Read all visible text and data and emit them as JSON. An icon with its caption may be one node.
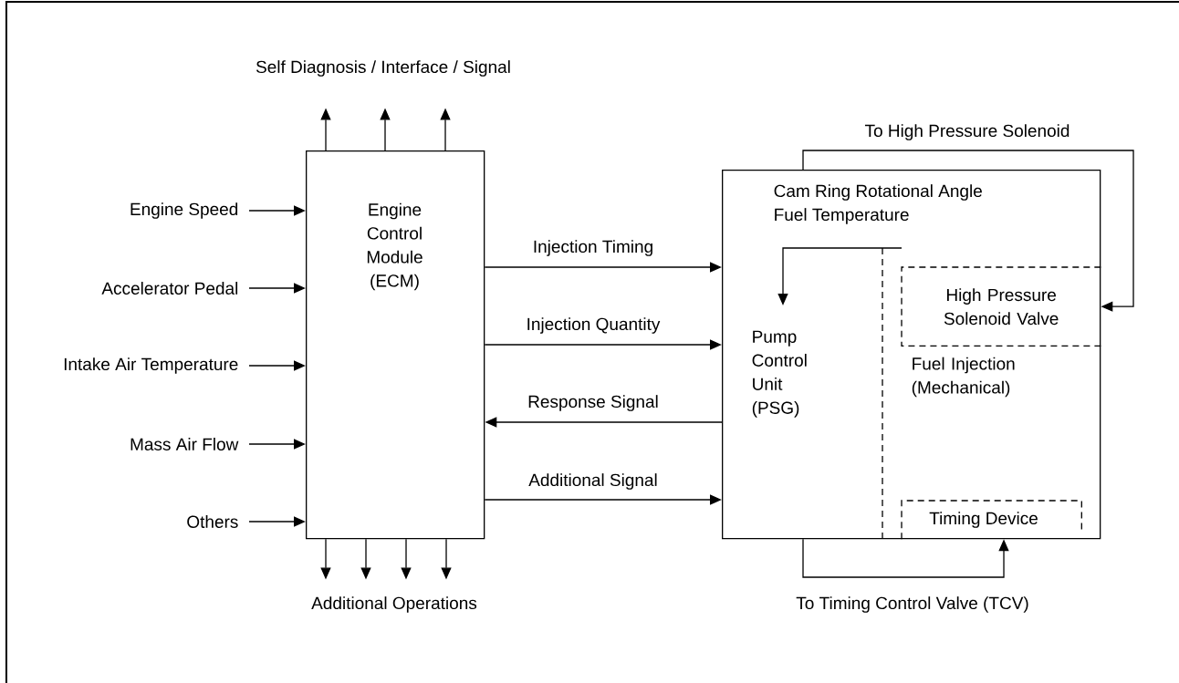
{
  "diagram": {
    "nodes": [
      {
        "text": [
          "Engine Control Module (ECM)"
        ]
      },
      {
        "text": [
          "Engine Speed"
        ]
      },
      {
        "text": [
          "Accelerator Pedal"
        ]
      },
      {
        "text": [
          "Intake Air Temperature"
        ]
      },
      {
        "text": [
          "Mass Air Flow"
        ]
      },
      {
        "text": [
          "Others"
        ]
      },
      {
        "text": [
          "Self Diagnosis / Interface / Signal"
        ]
      },
      {
        "text": [
          "Additional Operations"
        ]
      },
      {
        "text": [
          "Cam Ring Rotational Angle",
          "Fuel Temperature",
          "Pump Control Unit (PSG)"
        ]
      },
      {
        "text": [
          "Fuel Injection (Mechanical)"
        ],
        "in": 8
      },
      {
        "text": [
          "High Pressure Solenoid Valve"
        ],
        "in": 8
      },
      {
        "text": [
          "Timing Device"
        ],
        "in": 8
      }
    ],
    "edges": [
      {
        "from": 1,
        "to": 0,
        "arrow": "to"
      },
      {
        "from": 2,
        "to": 0,
        "arrow": "to"
      },
      {
        "from": 3,
        "to": 0,
        "arrow": "to"
      },
      {
        "from": 4,
        "to": 0,
        "arrow": "to"
      },
      {
        "from": 5,
        "to": 0,
        "arrow": "to"
      },
      {
        "from": 0,
        "to": 6,
        "arrow": "to"
      },
      {
        "from": 0,
        "to": 6,
        "arrow": "to"
      },
      {
        "from": 0,
        "to": 6,
        "arrow": "to"
      },
      {
        "from": 0,
        "to": 7,
        "arrow": "to"
      },
      {
        "from": 0,
        "to": 7,
        "arrow": "to"
      },
      {
        "from": 0,
        "to": 7,
        "arrow": "to"
      },
      {
        "from": 0,
        "to": 7,
        "arrow": "to"
      },
      {
        "from": 0,
        "to": 8,
        "arrow": "to",
        "label": "Injection Timing"
      },
      {
        "from": 0,
        "to": 8,
        "arrow": "to",
        "label": "Injection Quantity"
      },
      {
        "from": 8,
        "to": 0,
        "arrow": "to",
        "label": "Response Signal"
      },
      {
        "from": 0,
        "to": 8,
        "arrow": "to",
        "label": "Additional Signal"
      },
      {
        "from": 8,
        "to": 10,
        "arrow": "to",
        "label": "To High Pressure Solenoid"
      },
      {
        "from": 8,
        "to": 11,
        "arrow": "to",
        "label": "To Timing Control Valve (TCV)"
      },
      {
        "from": 9,
        "to": null,
        "arrow": "to"
      }
    ]
  }
}
